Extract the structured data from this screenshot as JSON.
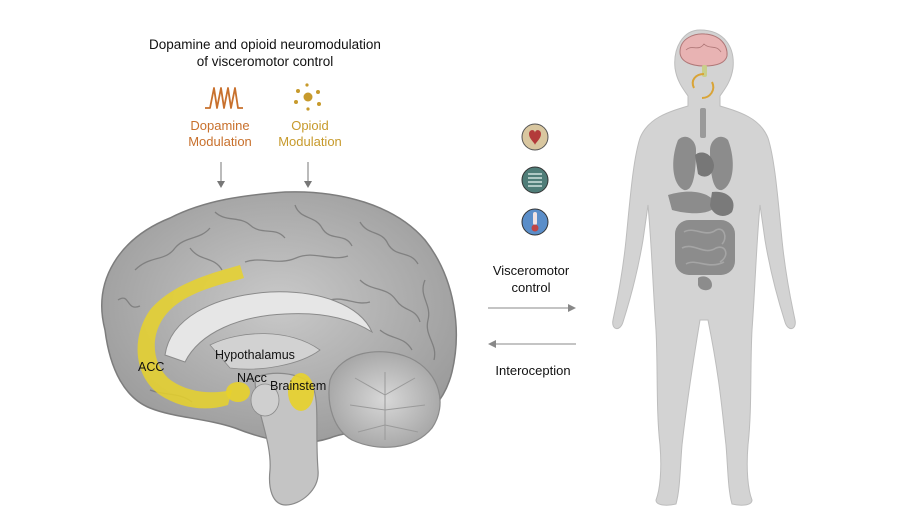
{
  "title_line1": "Dopamine and opioid neuromodulation",
  "title_line2": "of visceromotor control",
  "dopamine": {
    "line1": "Dopamine",
    "line2": "Modulation",
    "color": "#c8702c"
  },
  "opioid": {
    "line1": "Opioid",
    "line2": "Modulation",
    "color": "#c79a2c"
  },
  "brain_labels": {
    "acc": "ACC",
    "hypothalamus": "Hypothalamus",
    "nacc": "NAcc",
    "brainstem": "Brainstem"
  },
  "visceromotor": {
    "line1": "Visceromotor",
    "line2": "control"
  },
  "interoception": "Interoception",
  "organ_icons": [
    "heart-icon",
    "intestine-icon",
    "thermometer-icon"
  ],
  "colors": {
    "highlight": "#e8d22a",
    "brain": "#a9a9a9",
    "body": "#d3d3d3",
    "organs": "#8c8c8c"
  }
}
